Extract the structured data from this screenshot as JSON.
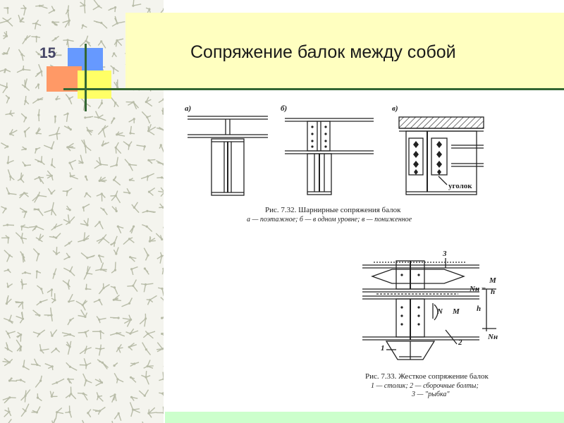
{
  "slide": {
    "number": "15",
    "title": "Сопряжение балок между собой"
  },
  "figure1": {
    "label_a": "а)",
    "label_b": "б)",
    "label_v": "в)",
    "callout": "уголок",
    "caption": "Рис. 7.32. Шарнирные сопряжения балок",
    "subcaption": "а — поэтажное; б — в одном уровне; в — пониженное"
  },
  "figure2": {
    "callout_1": "1",
    "callout_2": "2",
    "callout_3": "3",
    "label_M_top": "M",
    "label_h_frac": "h",
    "label_Nn_top": "Nн =",
    "label_N": "N",
    "label_M": "M",
    "label_h": "h",
    "label_Nn_bottom": "Nн",
    "caption": "Рис. 7.33. Жесткое сопряжение балок",
    "subcaption_1": "1 — столик; 2 — сборочные болты;",
    "subcaption_2": "3 — \"рыбка\""
  },
  "colors": {
    "title_band": "#ffffc0",
    "accent_blue": "#6699ff",
    "accent_orange": "#ff9966",
    "accent_yellow": "#ffff66",
    "rule_green": "#336633",
    "bottom_bar": "#ccffcc"
  }
}
